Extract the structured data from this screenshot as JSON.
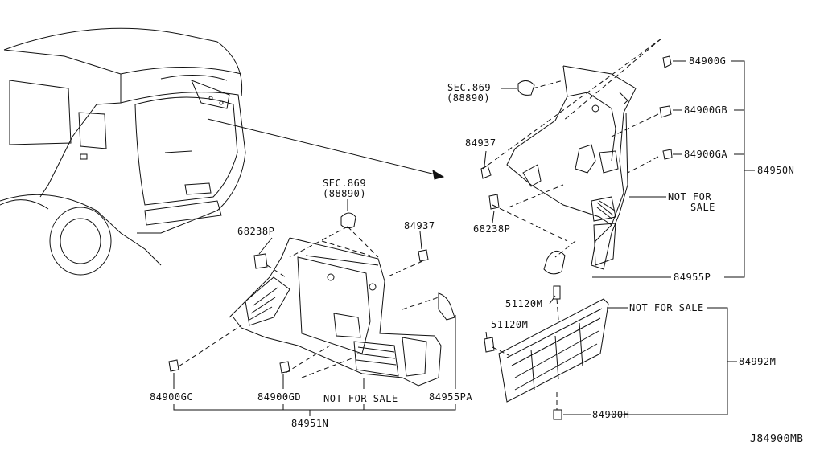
{
  "diagram_code": "J84900MB",
  "labels": {
    "sec869_a": "SEC.869",
    "sec869_a_ref": "(88890)",
    "sec869_b": "SEC.869",
    "sec869_b_ref": "(88890)",
    "p84900g": "84900G",
    "p84900gb": "84900GB",
    "p84900ga": "84900GA",
    "p84950n": "84950N",
    "nfs_upper_a": "NOT FOR",
    "nfs_upper_b": "SALE",
    "p84955p": "84955P",
    "p84937_upper": "84937",
    "p68238p_upper": "68238P",
    "p84937_lower": "84937",
    "p68238p_lower": "68238P",
    "p51120m_a": "51120M",
    "p51120m_b": "51120M",
    "nfs_board": "NOT FOR SALE",
    "p84992m": "84992M",
    "p84900h": "84900H",
    "p84900gc": "84900GC",
    "p84900gd": "84900GD",
    "nfs_lower": "NOT FOR SALE",
    "p84955pa": "84955PA",
    "p84951n": "84951N"
  }
}
